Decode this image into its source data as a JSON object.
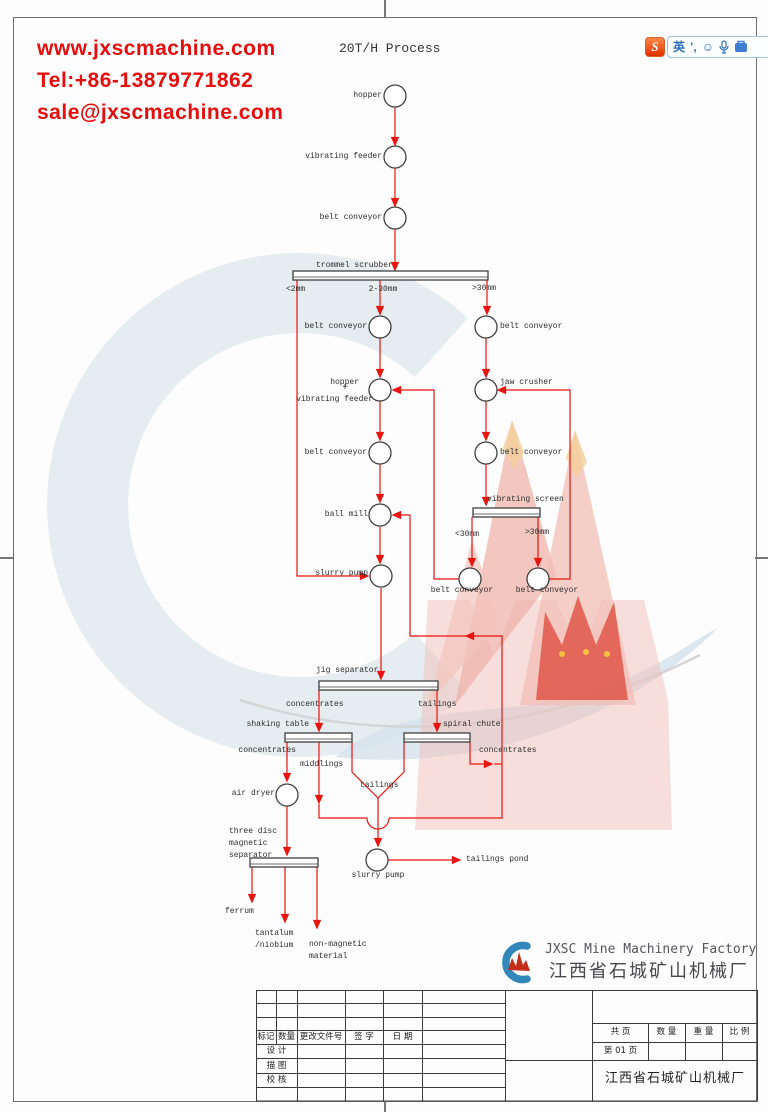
{
  "page_title": "20T/H Process",
  "contact": {
    "website": "www.jxscmachine.com",
    "tel": "Tel:+86-13879771862",
    "email": "sale@jxscmachine.com"
  },
  "ime": {
    "logo": "S",
    "lang": "英",
    "punct": "’,",
    "smiley": "☺"
  },
  "colors": {
    "line_red": "#e8140f",
    "shape_stroke": "#3f3f3f"
  },
  "flowchart": {
    "labels": {
      "hopper_top": "hopper",
      "vf_top": "vibrating feeder",
      "bc_top": "belt conveyor",
      "trommel": "trommel scrubber",
      "s_lt2": "<2mm",
      "s_2_30": "2-30mm",
      "s_gt30": ">30mm",
      "bc_mid": "belt conveyor",
      "bc_right": "belt conveyor",
      "hvf_hopper": "hopper",
      "hvf_plus": "+",
      "hvf_feeder": "vibrating feeder",
      "jaw": "jaw crusher",
      "bc_mid2": "belt conveyor",
      "bc_right2": "belt conveyor",
      "ball_mill": "ball mill",
      "vib_screen": "vibrating screen",
      "s_lt30": "<30mm",
      "s_gt30b": ">30mm",
      "slurry1": "slurry pump",
      "bc_s1": "belt conveyor",
      "bc_s2": "belt conveyor",
      "jig": "jig separator",
      "jig_conc": "concentrates",
      "jig_tail": "tailings",
      "shaking": "shaking table",
      "spiral": "spiral chute",
      "st_conc": "concentrates",
      "middlings": "middlings",
      "sc_conc": "concentrates",
      "v_tail": "tailings",
      "air_dryer": "air dryer",
      "td1": "three disc",
      "td2": "magnetic",
      "td3": "separator",
      "ferrum": "ferrum",
      "tantalum": "tantalum",
      "niobium": "/niobium",
      "nonmag": "non-magnetic",
      "material": "material",
      "slurry2": "slurry pump",
      "tailings_pond": "tailings pond"
    }
  },
  "logo": {
    "name_en": "JXSC Mine Machinery Factory",
    "name_cn": "江西省石城矿山机械厂"
  },
  "title_block": {
    "mark": "标记",
    "qty": "数量",
    "change_doc": "更改文件号",
    "sign": "签  字",
    "date": "日  期",
    "design": "设  计",
    "trace": "描  图",
    "check": "校  核",
    "total_pages": "共        页",
    "qty2": "数 量",
    "weight": "重 量",
    "scale": "比 例",
    "page_no": "第  01 页",
    "factory": "江西省石城矿山机械厂"
  }
}
